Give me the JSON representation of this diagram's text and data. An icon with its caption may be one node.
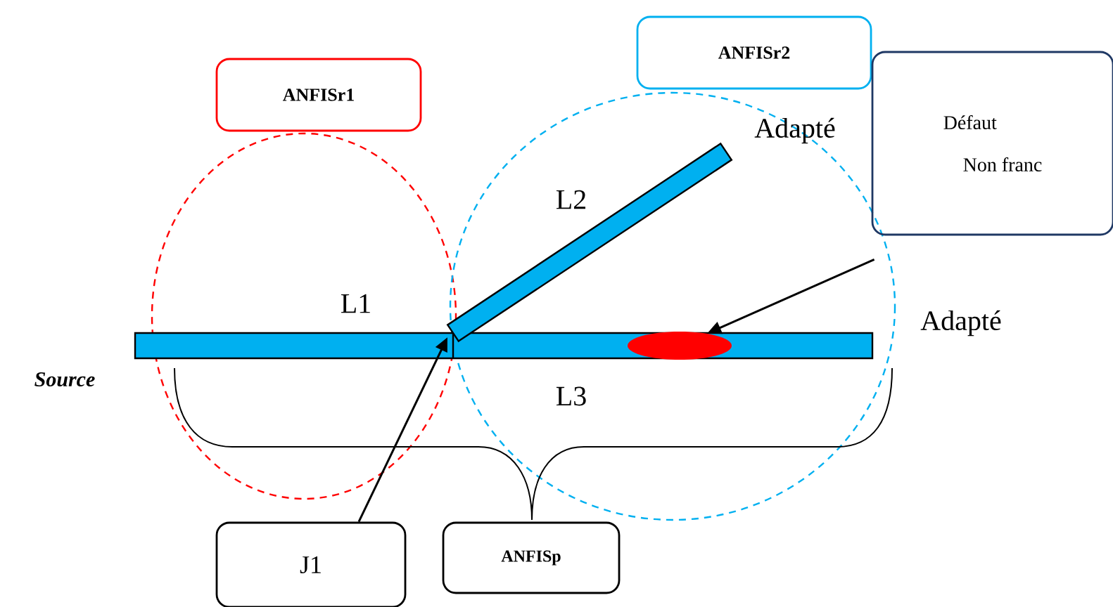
{
  "diagram": {
    "nodes": [
      {
        "text": [
          "ANFISr1"
        ]
      },
      {
        "text": [
          "ANFISr2"
        ]
      },
      {
        "text": [
          "Défaut",
          "Non franc"
        ]
      },
      {
        "text": [
          "J1"
        ]
      },
      {
        "text": [
          "ANFISp"
        ]
      },
      {
        "text": [],
        "shape": "ellipse"
      }
    ],
    "edges": [
      {
        "from": 2,
        "to": 5,
        "arrow": "to"
      },
      {
        "from": 3,
        "to": null,
        "arrow": "to"
      }
    ],
    "labels": [
      "Adapté",
      "L2",
      "L1",
      "Adapté",
      "Source",
      "L3"
    ]
  }
}
